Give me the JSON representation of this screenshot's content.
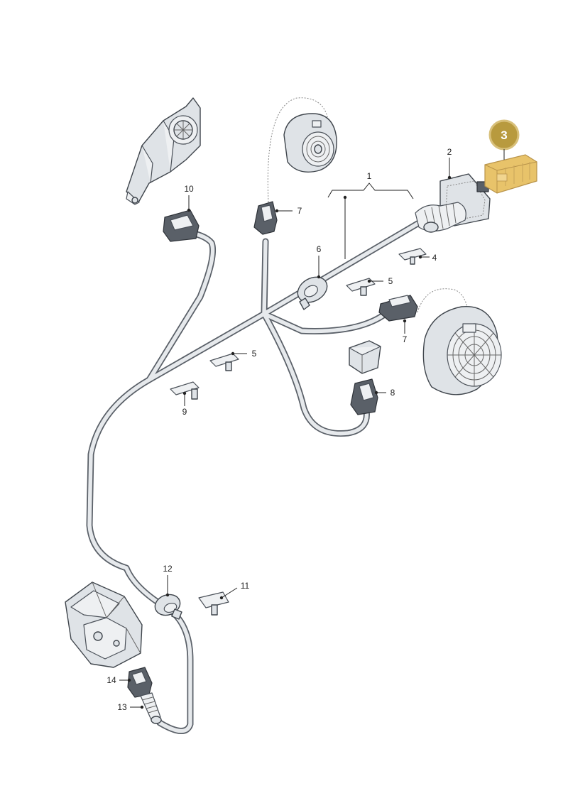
{
  "labels": {
    "l1": "1",
    "l2": "2",
    "l3": "3",
    "l4": "4",
    "l5a": "5",
    "l5b": "5",
    "l6": "6",
    "l7a": "7",
    "l7b": "7",
    "l8": "8",
    "l9": "9",
    "l10": "10",
    "l11": "11",
    "l12": "12",
    "l13": "13",
    "l14": "14"
  },
  "highlight": {
    "part_number": "3",
    "badge_color": "#b89a3e",
    "part_color": "#e8c36a"
  }
}
